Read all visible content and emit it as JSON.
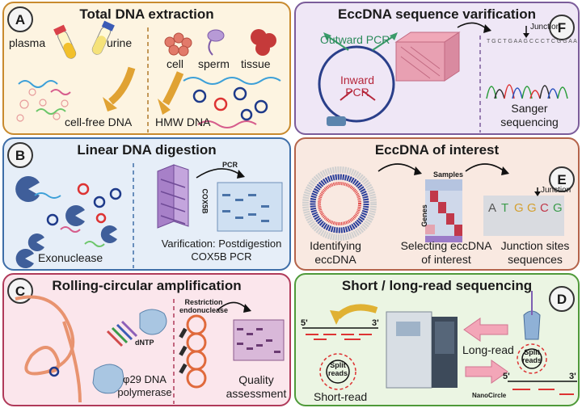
{
  "panels": {
    "A": {
      "letter": "A",
      "title": "Total DNA extraction",
      "labels": {
        "plasma": "plasma",
        "urine": "urine",
        "cell": "cell",
        "sperm": "sperm",
        "tissue": "tissue",
        "cfdna": "cell-free DNA",
        "hmw": "HMW DNA"
      }
    },
    "B": {
      "letter": "B",
      "title": "Linear DNA digestion",
      "labels": {
        "exo": "Exonuclease",
        "pcr": "PCR",
        "cox": "COX5B",
        "verif1": "Varification: Postdigestion",
        "verif2": "COX5B PCR"
      }
    },
    "C": {
      "letter": "C",
      "title": "Rolling-circular amplification",
      "labels": {
        "dntp": "dNTP",
        "poly1": "φ29 DNA",
        "poly2": "polymerase",
        "restr1": "Restriction",
        "restr2": "endonuclease",
        "qa1": "Quality",
        "qa2": "assessment"
      }
    },
    "F": {
      "letter": "F",
      "title": "EccDNA sequence varification",
      "labels": {
        "outward": "Outward PCR",
        "inward1": "Inward",
        "inward2": "PCR",
        "junction": "Junction",
        "seq": "T G C T G A A G C C C T C G G A A",
        "sanger1": "Sanger",
        "sanger2": "sequencing"
      }
    },
    "E": {
      "letter": "E",
      "title": "EccDNA of interest",
      "labels": {
        "samples": "Samples",
        "genes": "Genes",
        "junction": "Junction",
        "id1": "Identifying",
        "id2": "eccDNA",
        "sel1": "Selecting eccDNA",
        "sel2": "of interest",
        "jun1": "Junction sites",
        "jun2": "sequences"
      },
      "bases": [
        "A",
        "T",
        "G",
        "G",
        "C",
        "G"
      ]
    },
    "D": {
      "letter": "D",
      "title": "Short / long-read sequencing",
      "labels": {
        "five": "5'",
        "three": "3'",
        "longread": "Long-read",
        "shortread": "Short-read",
        "split1": "Split",
        "split2": "reads",
        "split3": "Split",
        "split4": "reads",
        "nano": "NanoCircle",
        "five2": "5'",
        "three2": "3'"
      }
    }
  },
  "colors": {
    "A_border": "#c88a2e",
    "A_bg": "#fdf4e1",
    "B_border": "#3e6ea8",
    "B_bg": "#e6eef8",
    "C_border": "#b03a5a",
    "C_bg": "#fbe6ec",
    "F_border": "#7b5c9a",
    "F_bg": "#efe7f6",
    "E_border": "#b4634a",
    "E_bg": "#f9e9e1",
    "D_border": "#4f9a3a",
    "D_bg": "#ebf5e3"
  }
}
